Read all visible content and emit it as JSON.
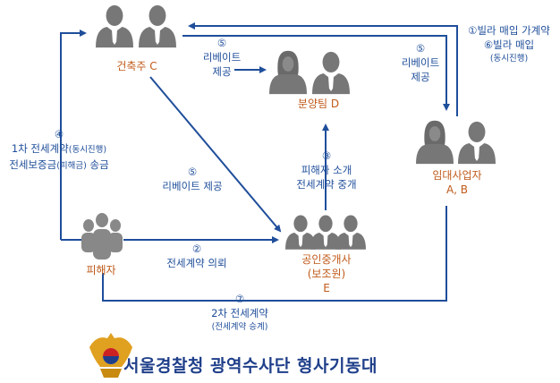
{
  "actors": {
    "builder": {
      "name": "건축주 C"
    },
    "sales_team": {
      "name": "분양팀 D"
    },
    "landlord": {
      "name": "임대사업자",
      "sub": "A, B"
    },
    "broker": {
      "name": "공인중개사",
      "sub": "(보조원)",
      "sub2": "E"
    },
    "victim": {
      "name": "피해자"
    }
  },
  "steps": {
    "s1": {
      "line1": "①빌라 매입 가계약",
      "line2": "⑥빌라 매입",
      "line3": "(동시진행)"
    },
    "s5a": {
      "num": "⑤",
      "line1": "리베이트",
      "line2": "제공"
    },
    "s5b": {
      "num": "⑤",
      "line1": "리베이트",
      "line2": "제공"
    },
    "s5c": {
      "num": "⑤",
      "line1": "리베이트 제공"
    },
    "s4": {
      "num": "④",
      "line1a": "1차 전세계약",
      "line1b": "(동시진행)",
      "line2a": "전세보증금",
      "line2b": "(피해금)",
      "line2c": "송금"
    },
    "s3": {
      "num": "③",
      "line1": "피해자 소개",
      "line2": "전세계약 중개"
    },
    "s2": {
      "num": "②",
      "line1": "전세계약 의뢰"
    },
    "s7": {
      "num": "⑦",
      "line1": "2차 전세계약",
      "line2": "(전세계약 승계)"
    }
  },
  "footer": {
    "org": "서울경찰청 광역수사단 형사기동대",
    "emblem": "police-emblem-icon"
  },
  "colors": {
    "arrow": "#1f4e9a",
    "person": "#777777",
    "label": "#c05a1a",
    "text": "#1f4e9a"
  }
}
